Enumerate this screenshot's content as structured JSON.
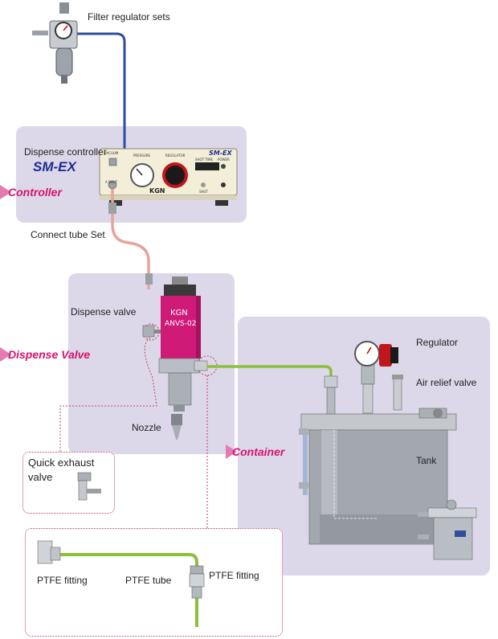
{
  "labels": {
    "filter_regulator": "Filter regulator sets",
    "dispense_controller": "Dispense controller",
    "model": "SM-EX",
    "connect_tube": "Connect tube Set",
    "dispense_valve": "Dispense valve",
    "nozzle": "Nozzle",
    "regulator": "Regulator",
    "air_relief": "Air relief valve",
    "tank": "Tank",
    "quick_exhaust_1": "Quick exhaust",
    "quick_exhaust_2": "valve",
    "ptfe_fitting_left": "PTFE fitting",
    "ptfe_tube": "PTFE tube",
    "ptfe_fitting_right": "PTFE fitting"
  },
  "sections": {
    "controller": "Controller",
    "dispense_valve": "Dispense Valve",
    "container": "Container"
  },
  "device": {
    "controller_brand": "SM-EX",
    "controller_logo": "KGN",
    "vacuum": "VACUUM",
    "pressure": "PRESSURE",
    "regulator": "REGULATOR",
    "shot_time": "SHOT TIME",
    "power": "POWER",
    "a_bout": "A BOUT",
    "shut": "SHUT",
    "valve_logo": "KGN",
    "valve_model": "ANVS-02"
  },
  "colors": {
    "panel": "#dcd8ea",
    "section_tag": "#d8136d",
    "air_hose_blue": "#2f4e9c",
    "connect_tube_pink": "#e8a39b",
    "ptfe_green": "#8cbf3a",
    "valve_magenta": "#cf1a78",
    "callout_border": "#c0405a"
  }
}
